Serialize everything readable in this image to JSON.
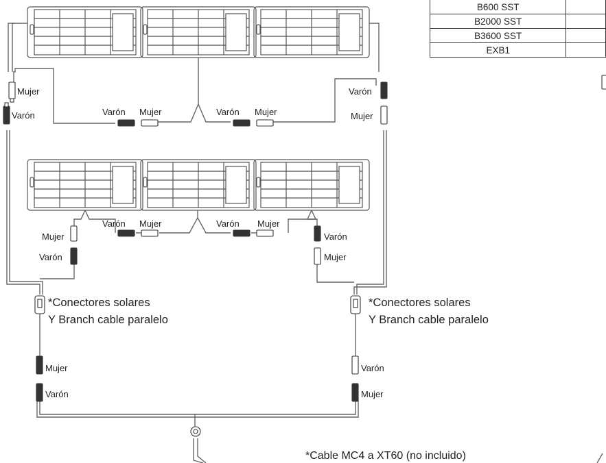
{
  "models_table": {
    "rows": [
      "B600 SST",
      "B2000 SST",
      "B3600 SST",
      "EXB1"
    ]
  },
  "connector_labels": {
    "male": "Varón",
    "female": "Mujer"
  },
  "notes": {
    "branch_line1": "*Conectores solares",
    "branch_line2": "Y Branch cable paralelo",
    "xt60": "*Cable MC4 a XT60 (no incluido)"
  }
}
